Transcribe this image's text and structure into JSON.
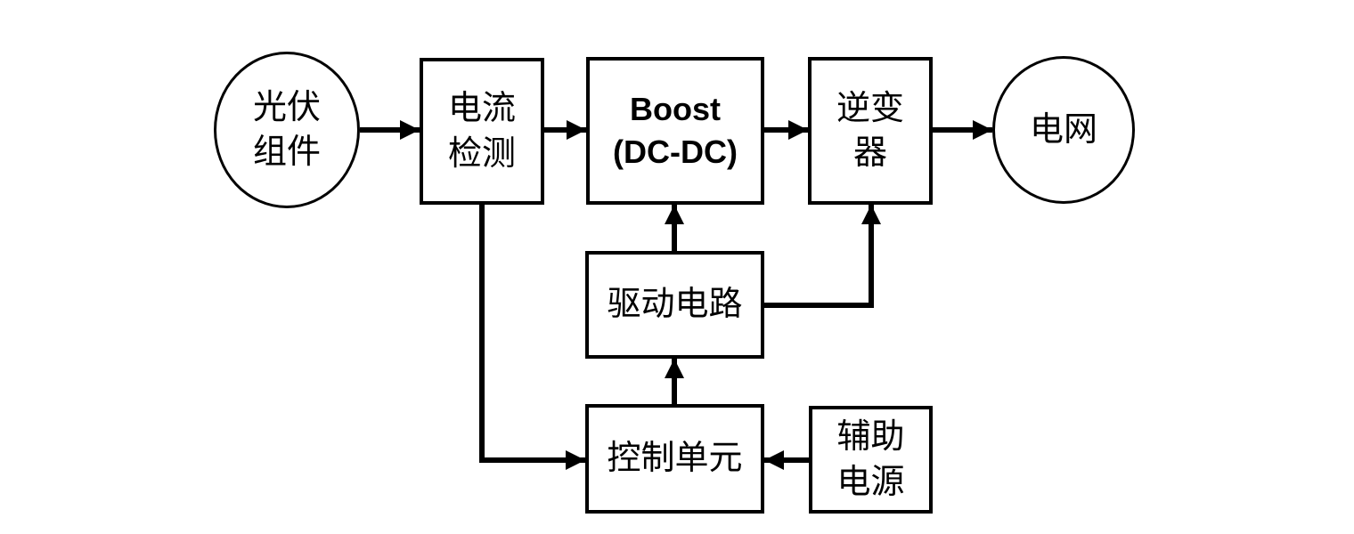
{
  "diagram": {
    "nodes": {
      "pv_module": {
        "line1": "光伏",
        "line2": "组件"
      },
      "current_detection": {
        "line1": "电流",
        "line2": "检测"
      },
      "boost": {
        "line1": "Boost",
        "line2": "(DC-DC)"
      },
      "inverter": {
        "line1": "逆变",
        "line2": "器"
      },
      "grid": {
        "label": "电网"
      },
      "drive_circuit": {
        "label": "驱动电路"
      },
      "control_unit": {
        "label": "控制单元"
      },
      "aux_power": {
        "line1": "辅助",
        "line2": "电源"
      }
    },
    "edges": [
      {
        "from": "pv_module",
        "to": "current_detection"
      },
      {
        "from": "current_detection",
        "to": "boost"
      },
      {
        "from": "boost",
        "to": "inverter"
      },
      {
        "from": "inverter",
        "to": "grid"
      },
      {
        "from": "drive_circuit",
        "to": "boost"
      },
      {
        "from": "drive_circuit",
        "to": "inverter"
      },
      {
        "from": "control_unit",
        "to": "drive_circuit"
      },
      {
        "from": "current_detection",
        "to": "control_unit"
      },
      {
        "from": "aux_power",
        "to": "control_unit"
      }
    ],
    "colors": {
      "line": "#000000",
      "background": "#ffffff",
      "text": "#000000"
    }
  }
}
